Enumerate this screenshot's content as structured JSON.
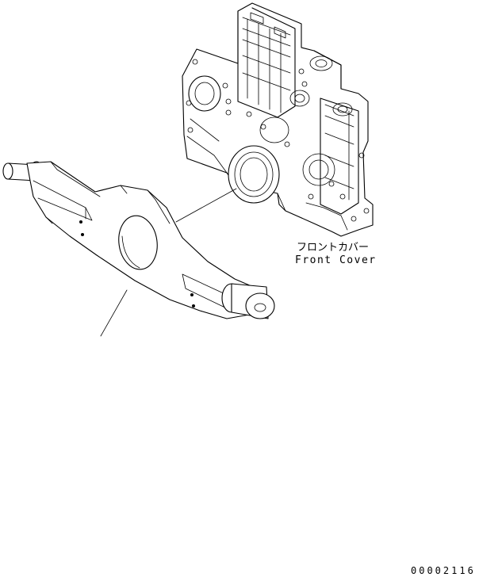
{
  "labels": {
    "front_cover_jp": "フロントカバー",
    "front_cover_en": "Front Cover",
    "drawing_number": "00002116"
  },
  "colors": {
    "line": "#000000",
    "background": "#ffffff"
  }
}
